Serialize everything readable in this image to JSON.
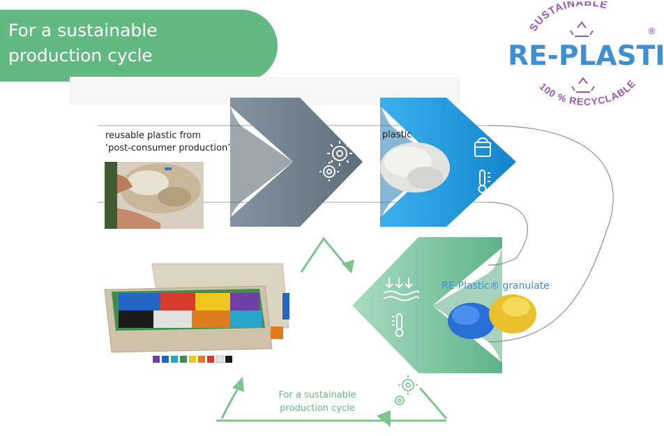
{
  "header": {
    "title_line1": "For a sustainable",
    "title_line2": "production cycle"
  },
  "stages": {
    "reusable_line1": "reusable plastic from",
    "reusable_line2": "‘post-consumer production’",
    "plastic": "plastic",
    "granulate": "RE-Plastic® granulate"
  },
  "cycle": {
    "line1": "For a sustainable",
    "line2": "production cycle"
  },
  "logo": {
    "top_arc": "SUSTAINABLE",
    "main": "RE-PLASTIC",
    "bottom_arc": "100 % RECYCLABLE",
    "registered": "®"
  },
  "colors": {
    "title_green": "#62b982",
    "grey_chevron": "#6f7f8b",
    "blue_chevron": "#1f9be0",
    "green_chevron": "#7cc6a0",
    "logo_blue": "#3f8fd3",
    "logo_purple": "#9a56b3"
  },
  "icons": [
    "gears-icon",
    "paint-bucket-icon",
    "thermometer-icon",
    "heat-down-icon",
    "recycle-icon"
  ]
}
